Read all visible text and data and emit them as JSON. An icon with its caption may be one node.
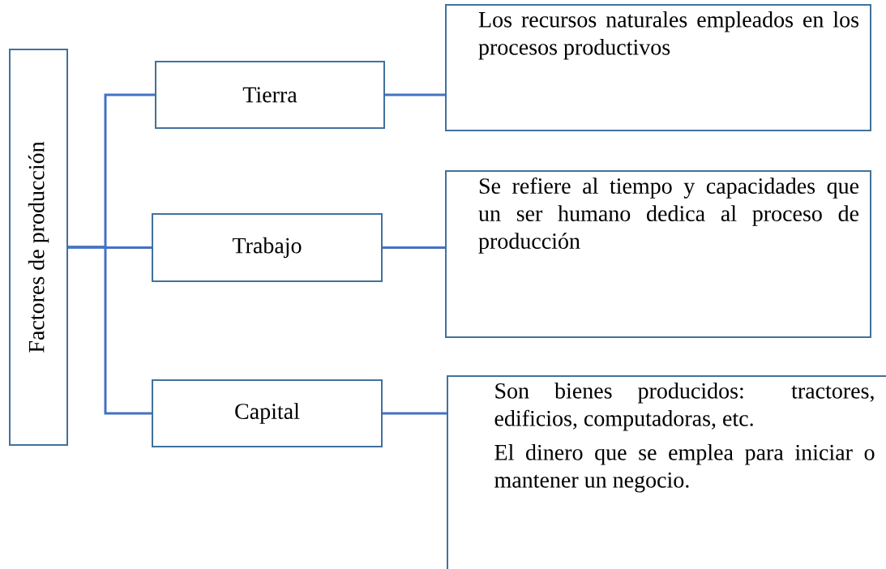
{
  "diagram": {
    "nodes": [
      {
        "text": [
          "Factores de producción"
        ]
      },
      {
        "text": [
          "Tierra"
        ]
      },
      {
        "text": [
          "Trabajo"
        ]
      },
      {
        "text": [
          "Capital"
        ]
      },
      {
        "text": [
          "Los recursos naturales empleados en los procesos productivos"
        ]
      },
      {
        "text": [
          "Se refiere al tiempo y capacidades que un ser humano dedica al proceso de producción"
        ]
      },
      {
        "text": [
          "Son bienes producidos: tractores, edificios, computadoras, etc.",
          "El dinero que se emplea para iniciar o mantener un negocio."
        ]
      }
    ],
    "edges": [
      {
        "from": 0,
        "to": 1,
        "arrow": "none"
      },
      {
        "from": 0,
        "to": 2,
        "arrow": "none"
      },
      {
        "from": 0,
        "to": 3,
        "arrow": "none"
      },
      {
        "from": 1,
        "to": 4,
        "arrow": "none"
      },
      {
        "from": 2,
        "to": 5,
        "arrow": "none"
      },
      {
        "from": 3,
        "to": 6,
        "arrow": "none"
      }
    ]
  }
}
